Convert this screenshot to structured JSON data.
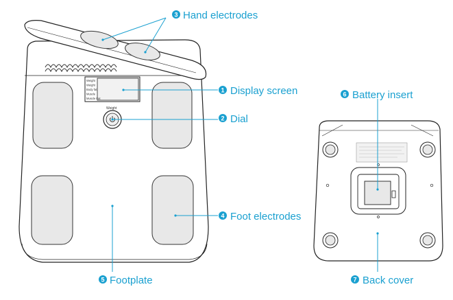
{
  "colors": {
    "accent": "#1aa0d0",
    "outline": "#222222",
    "pad_fill": "#e8e8e8"
  },
  "callouts": [
    {
      "num": "3",
      "label": "Hand electrodes"
    },
    {
      "num": "1",
      "label": "Display screen"
    },
    {
      "num": "2",
      "label": "Dial"
    },
    {
      "num": "4",
      "label": "Foot electrodes"
    },
    {
      "num": "5",
      "label": "Footplate"
    },
    {
      "num": "6",
      "label": "Battery insert"
    },
    {
      "num": "7",
      "label": "Back cover"
    }
  ],
  "display_rows": [
    "Weight",
    "Weight",
    "Body fat",
    "Muscle",
    "Muscle Fat"
  ],
  "dial_caption": "Weight"
}
